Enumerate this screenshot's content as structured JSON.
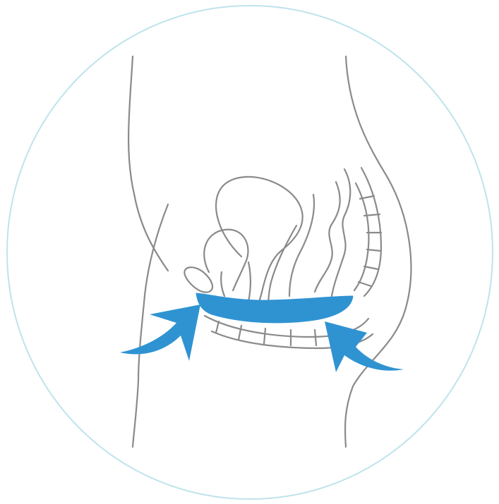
{
  "illustration": {
    "subject": "pelvic-floor-anatomy",
    "colors": {
      "outline": "#8a8a8a",
      "frame": "#bfe3ec",
      "highlight": "#2f93d2",
      "background": "#ffffff"
    },
    "arrows": [
      {
        "name": "left-upward-arrow",
        "direction": "up-right"
      },
      {
        "name": "right-upward-arrow",
        "direction": "up-left"
      }
    ]
  }
}
